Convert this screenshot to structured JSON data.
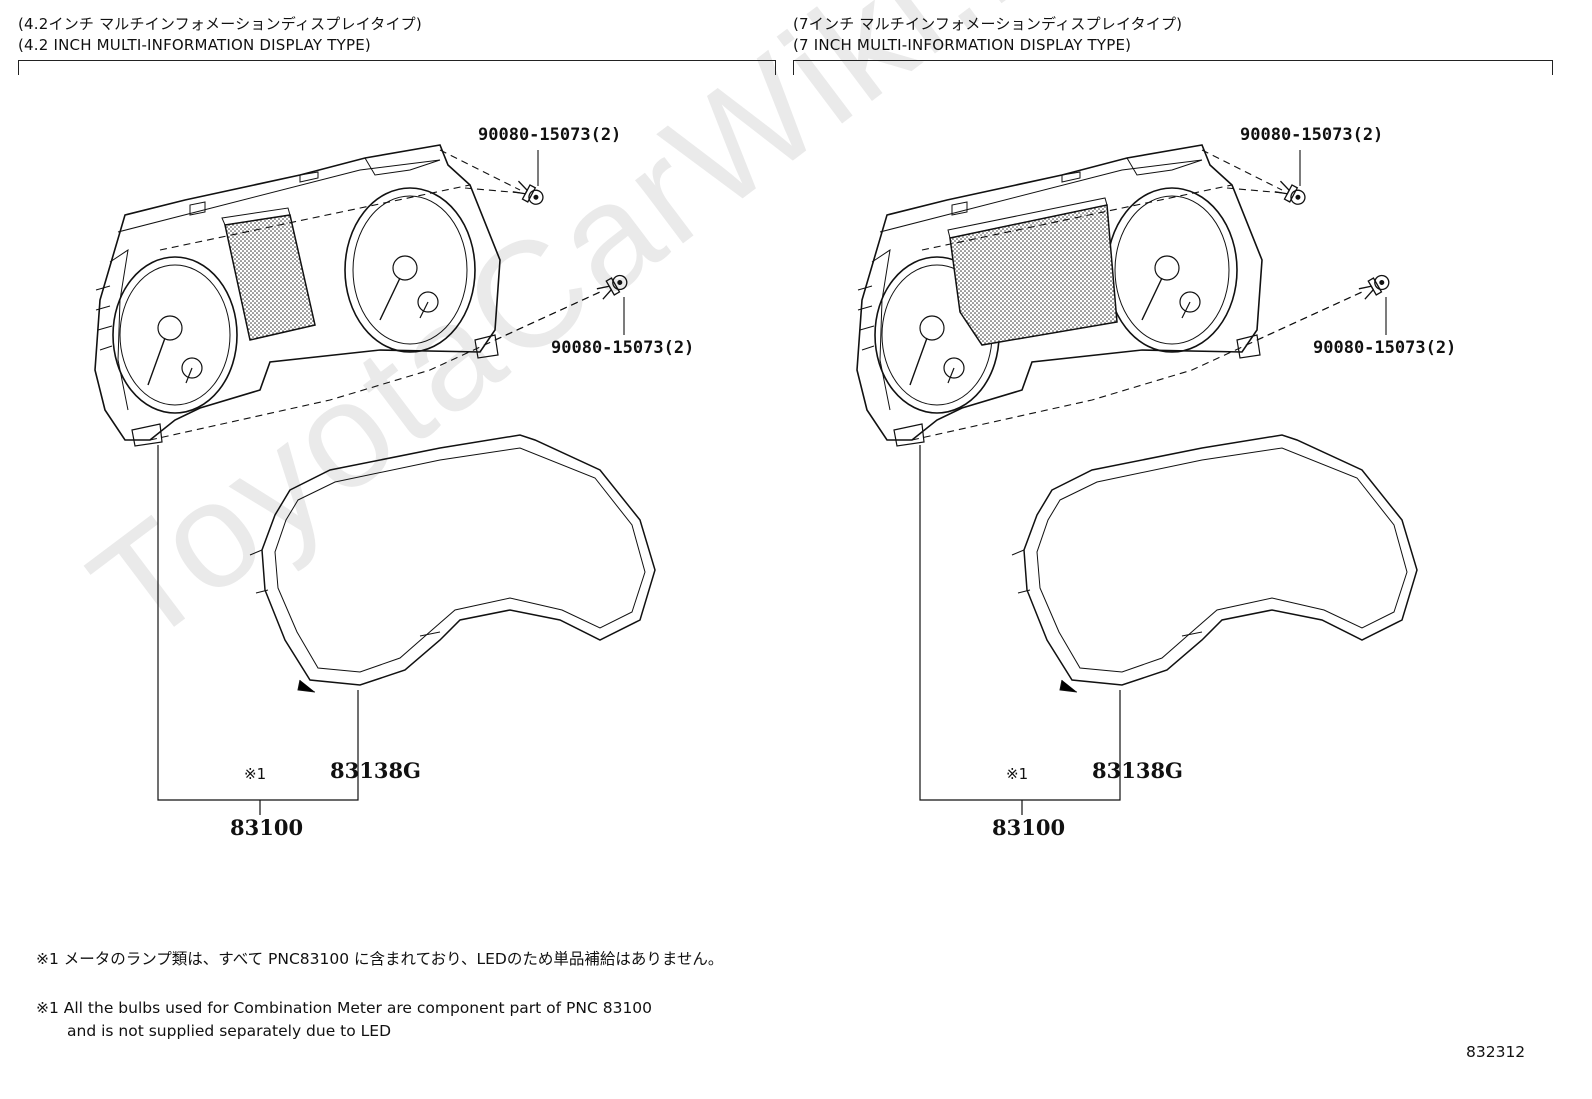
{
  "watermark": "ToyotaCarWiki.ru",
  "panels": [
    {
      "title_jp": "(4.2インチ マルチインフォメーションディスプレイタイプ)",
      "title_en": "(4.2 INCH MULTI-INFORMATION DISPLAY TYPE)",
      "screw_top": "90080-15073(2)",
      "screw_right": "90080-15073(2)",
      "lens_part": "83138G",
      "ref_mark": "※1",
      "meter_part": "83100"
    },
    {
      "title_jp": "(7インチ マルチインフォメーションディスプレイタイプ)",
      "title_en": "(7 INCH MULTI-INFORMATION DISPLAY TYPE)",
      "screw_top": "90080-15073(2)",
      "screw_right": "90080-15073(2)",
      "lens_part": "83138G",
      "ref_mark": "※1",
      "meter_part": "83100"
    }
  ],
  "notes": {
    "jp": "※1 メータのランプ類は、すべて PNC83100 に含まれており、LEDのため単品補給はありません。",
    "en_line1": "※1 All the bulbs used for Combination Meter are component part of PNC 83100",
    "en_line2": "and is not supplied separately due to LED"
  },
  "illustration_id": "832312"
}
